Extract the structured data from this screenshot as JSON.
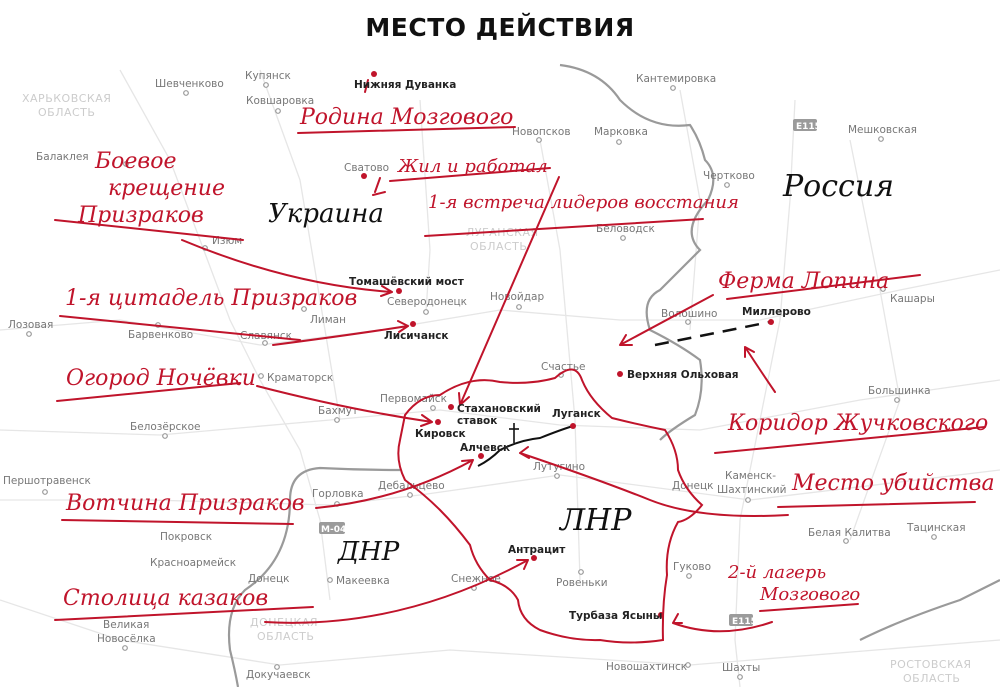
{
  "title": "МЕСТО ДЕЙСТВИЯ",
  "regions": [
    "ХАРЬКОВСКАЯ",
    "ОБЛАСТЬ",
    "ЛУГАНСКАЯ",
    "ОБЛАСТЬ",
    "ДОНЕЦКАЯ",
    "ОБЛАСТЬ",
    "РОСТОВСКАЯ",
    "ОБЛАСТЬ"
  ],
  "countries": {
    "ukraine": "Украина",
    "russia": "Россия",
    "lnr": "ЛНР",
    "dnr": "ДНР"
  },
  "road_badges": [
    "E115",
    "E115",
    "M-04"
  ],
  "towns": [
    "Шевченково",
    "Купянск",
    "Ковшаровка",
    "Кантемировка",
    "Новопсков",
    "Марковка",
    "Мешковская",
    "Балаклея",
    "Чертково",
    "Изюм",
    "Беловодск",
    "Северодонецк",
    "Лиман",
    "Лозовая",
    "Барвенково",
    "Славянск",
    "Новойдар",
    "Волошино",
    "Кашары",
    "Краматорск",
    "Счастье",
    "Первомайск",
    "Бахмут",
    "Белозёрское",
    "Большинка",
    "Лутугино",
    "Дебальцево",
    "Горловка",
    "Першотравенск",
    "Покровск",
    "Донецк",
    "Каменск-",
    "Шахтинский",
    "Белая Калитва",
    "Тацинская",
    "Гуково",
    "Ровеньки",
    "Донецк",
    "Макеевка",
    "Снежное",
    "Красноармейск",
    "Великая",
    "Новосёлка",
    "Докучаевск",
    "Новошахтинск",
    "Шахты",
    "Сватово"
  ],
  "key_places": [
    "Нижняя Дуванка",
    "Томашёвский мост",
    "Лисичанск",
    "Миллерово",
    "Верхняя Ольховая",
    "Стахановский",
    "ставок",
    "Кировск",
    "Луганск",
    "Алчевск",
    "Антрацит",
    "Турбаза Ясыны"
  ],
  "annotations": [
    "Родина Мозгового",
    "Жил и работал",
    "Боевое",
    "крещение",
    "Призраков",
    "1-я встреча лидеров восстания",
    "Ферма Лопина",
    "1-я цитадель Призраков",
    "Огород Ночёвки",
    "Коридор Жучковского",
    "Место убийства",
    "Вотчина Призраков",
    "2-й лагерь",
    "Мозгового",
    "Столица казаков"
  ],
  "colors": {
    "annotation": "#c0142b",
    "border": "#9a9a9a",
    "text": "#777777"
  }
}
